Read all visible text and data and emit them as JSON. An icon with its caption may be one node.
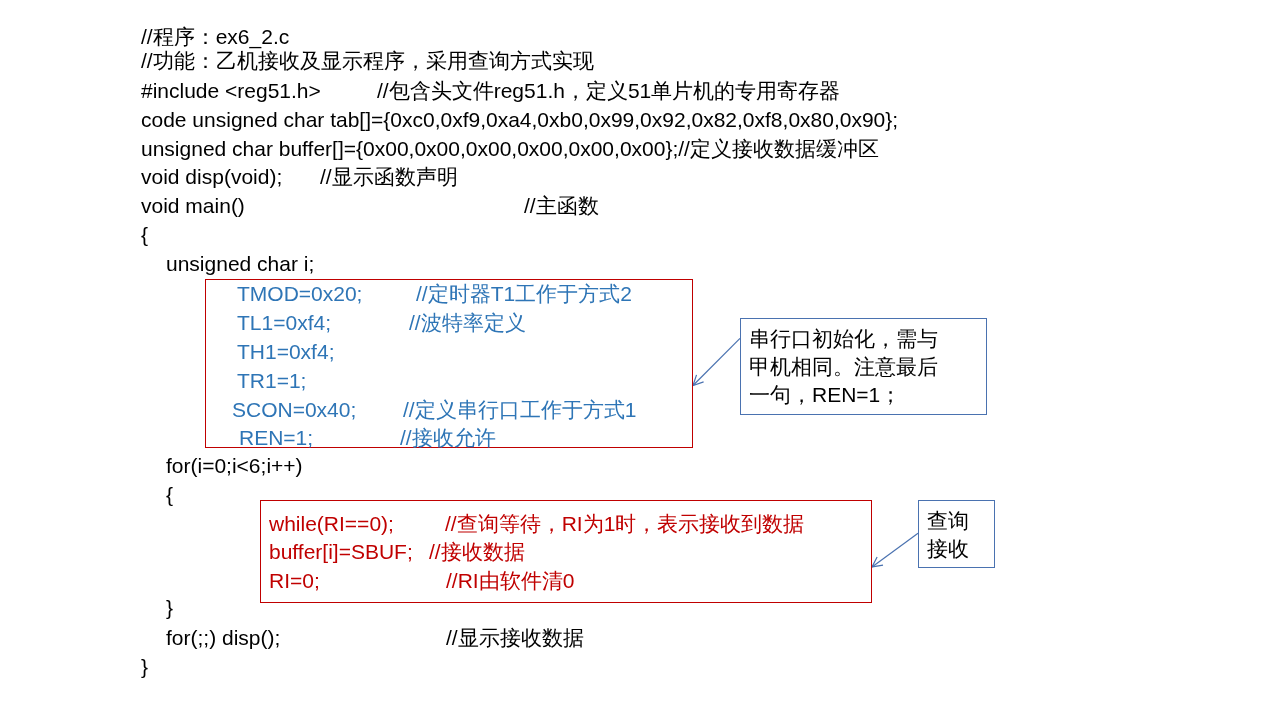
{
  "diagram": {
    "nodes": [
      {
        "text": [
          "TMOD=0x20;",
          "//定时器T1工作于方式2",
          "TL1=0xf4;",
          "//波特率定义",
          "TH1=0xf4;",
          "TR1=1;",
          "SCON=0x40;",
          "//定义串行口工作于方式1",
          "REN=1;",
          "//接收允许"
        ]
      },
      {
        "text": [
          "串行口初始化，需与甲机相同。注意最后一句，REN=1；"
        ]
      },
      {
        "text": [
          "while(RI==0);",
          "//查询等待，RI为1时，表示接收到数据",
          "buffer[i]=SBUF;",
          "//接收数据",
          "RI=0;",
          "//RI由软件清0"
        ]
      },
      {
        "text": [
          "查询接收"
        ]
      }
    ],
    "edges": [
      {
        "from": 1,
        "to": 0,
        "arrow": "to"
      },
      {
        "from": 3,
        "to": 2,
        "arrow": "to"
      }
    ],
    "labels": [
      "//程序：ex6_2.c",
      "//功能：乙机接收及显示程序，采用查询方式实现",
      "#include <reg51.h>",
      "//包含头文件reg51.h，定义51单片机的专用寄存器",
      "code unsigned char tab[]={0xc0,0xf9,0xa4,0xb0,0x99,0x92,0x82,0xf8,0x80,0x90};",
      "unsigned char buffer[]={0x00,0x00,0x00,0x00,0x00,0x00};//定义接收数据缓冲区",
      "void disp(void);",
      "//显示函数声明",
      "void main()",
      "//主函数",
      "{",
      "unsigned char i;",
      "for(i=0;i<6;i++)",
      "{",
      "}",
      "for(;;) disp();",
      "//显示接收数据",
      "}"
    ]
  }
}
